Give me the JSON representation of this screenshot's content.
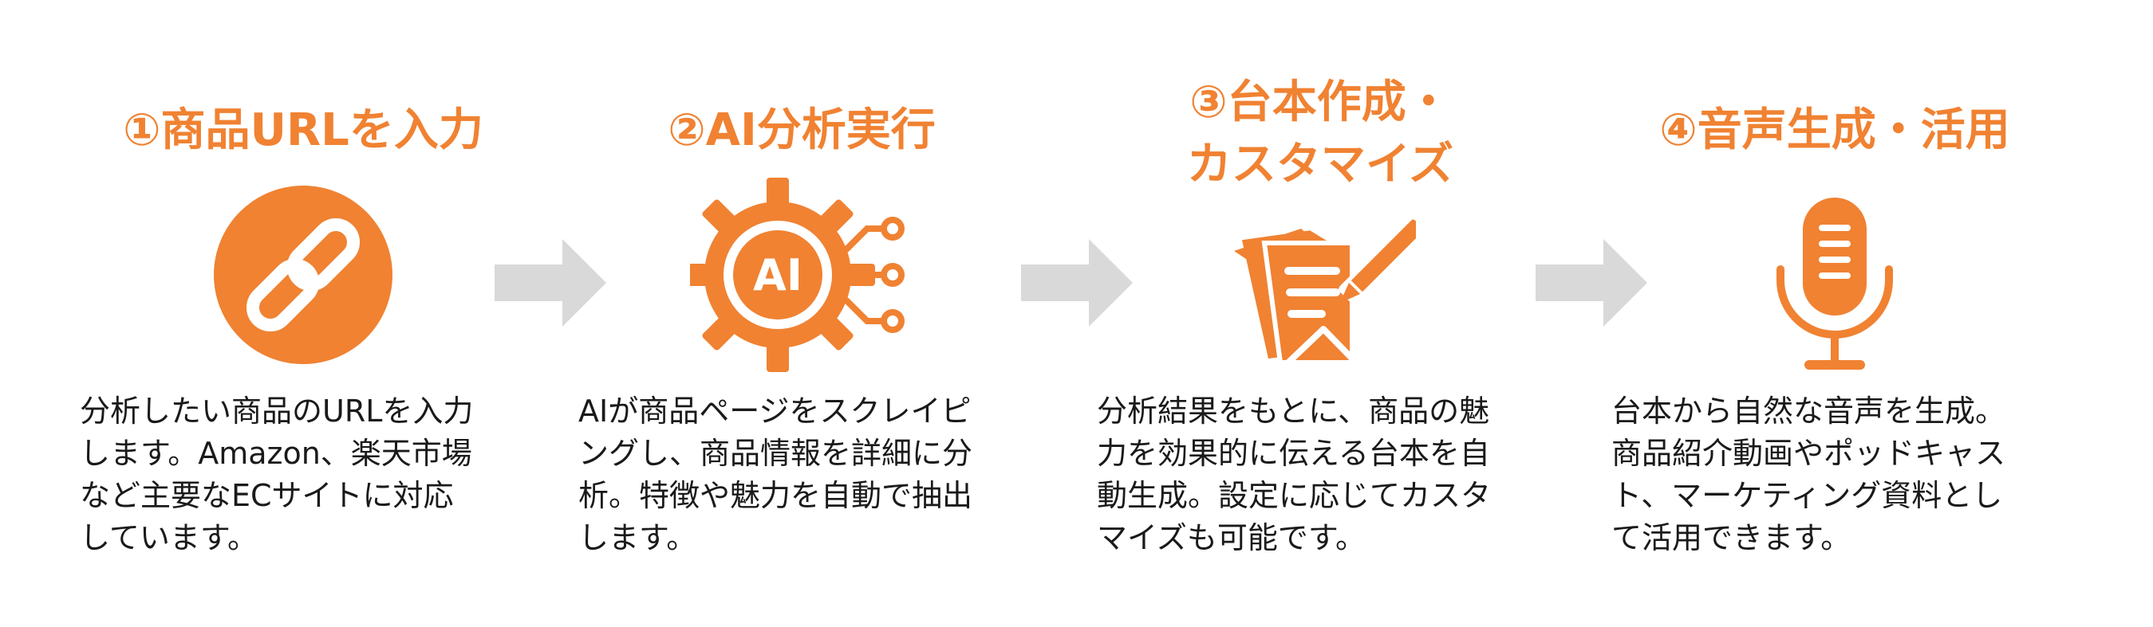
{
  "steps": [
    {
      "title_lines": [
        "①商品URLを入力"
      ],
      "desc_lines": [
        "分析したい商品のURLを入力",
        "します。Amazon、楽天市場",
        "など主要なECサイトに対応",
        "しています。"
      ]
    },
    {
      "title_lines": [
        "②AI分析実行"
      ],
      "desc_lines": [
        "AIが商品ページをスクレイピ",
        "ングし、商品情報を詳細に分",
        "析。特徴や魅力を自動で抽出",
        "します。"
      ]
    },
    {
      "title_lines": [
        "③台本作成・",
        "カスタマイズ"
      ],
      "desc_lines": [
        "分析結果をもとに、商品の魅",
        "力を効果的に伝える台本を自",
        "動生成。設定に応じてカスタ",
        "マイズも可能です。"
      ]
    },
    {
      "title_lines": [
        "④音声生成・活用"
      ],
      "desc_lines": [
        "台本から自然な音声を生成。",
        "商品紹介動画やポッドキャス",
        "ト、マーケティング資料とし",
        "て活用できます。"
      ]
    }
  ],
  "ai_icon_text": "AI",
  "colors": {
    "accent": "#f08232",
    "arrow": "#d9d9d9",
    "text": "#1a1a1a"
  },
  "icons": [
    "link-icon",
    "ai-gear-icon",
    "document-edit-icon",
    "microphone-icon"
  ]
}
